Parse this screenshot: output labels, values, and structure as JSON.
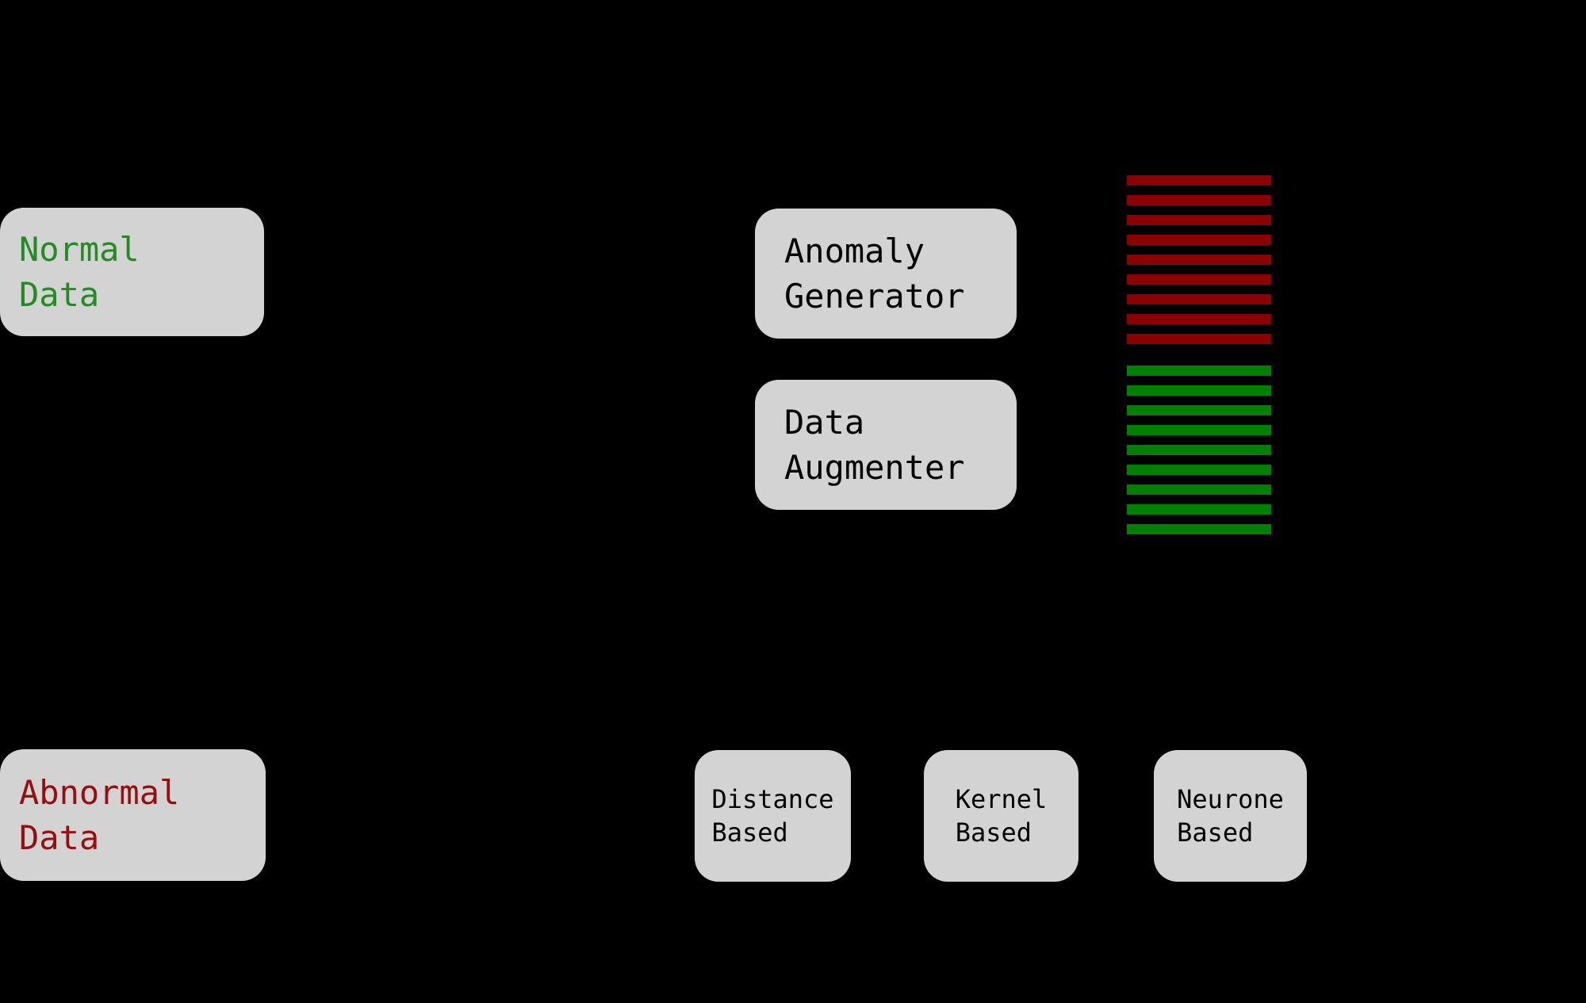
{
  "figure": {
    "background": "#000000",
    "node_fill": "#d3d3d3"
  },
  "nodes": {
    "normal_data": {
      "label": "Normal\nData",
      "text_color": "#228b22"
    },
    "abnormal_data": {
      "label": "Abnormal\nData",
      "text_color": "#980d0d"
    },
    "anomaly_generator": {
      "label": "Anomaly\nGenerator",
      "text_color": "#000000"
    },
    "data_augmenter": {
      "label": "Data\nAugmenter",
      "text_color": "#000000"
    },
    "distance_based": {
      "label": "Distance\nBased",
      "text_color": "#000000"
    },
    "kernel_based": {
      "label": "Kernel\nBased",
      "text_color": "#000000"
    },
    "neurone_based": {
      "label": "Neurone\nBased",
      "text_color": "#000000"
    }
  },
  "stripes": {
    "anomalous_block": {
      "name": "anomalous-data-stripe",
      "color": "#8b0000",
      "count": 9
    },
    "normal_block": {
      "name": "normal-data-stripe",
      "color": "#008000",
      "count": 9
    }
  }
}
